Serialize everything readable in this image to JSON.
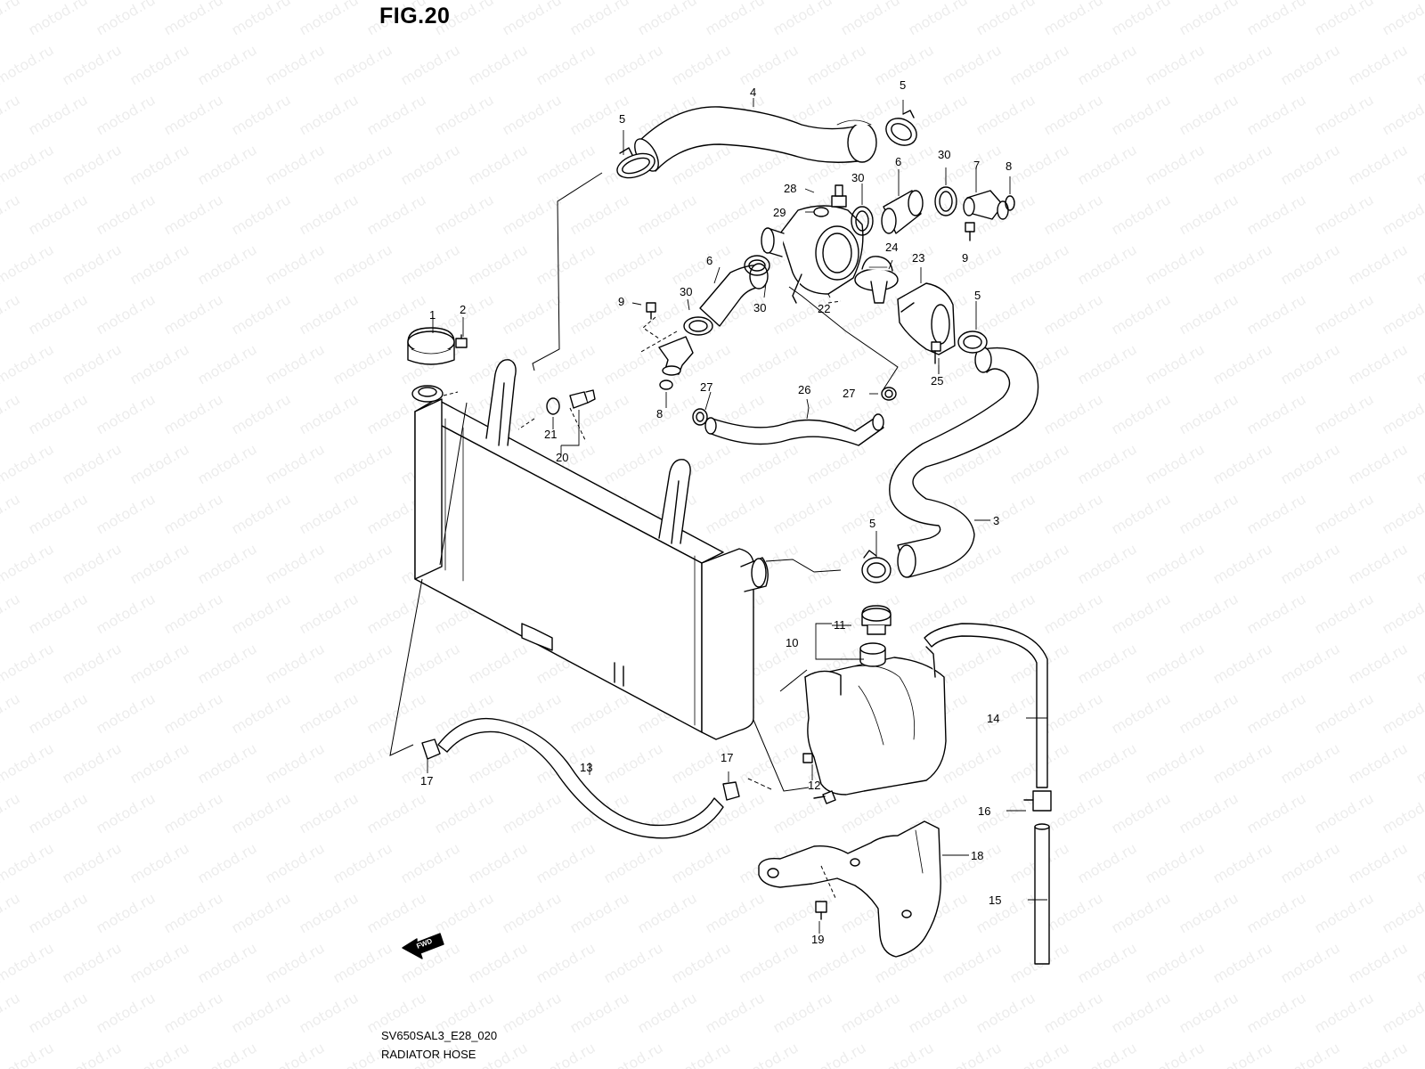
{
  "figure": {
    "title": "FIG.20",
    "model_code": "SV650SAL3_E28_020",
    "caption": "RADIATOR HOSE",
    "watermark": "motod.ru",
    "fwd_label": "FWD"
  },
  "callouts": {
    "p1": "1",
    "p2": "2",
    "p3": "3",
    "p4": "4",
    "p5a": "5",
    "p5b": "5",
    "p5c": "5",
    "p5d": "5",
    "p6a": "6",
    "p6b": "6",
    "p7": "7",
    "p8a": "8",
    "p8b": "8",
    "p9a": "9",
    "p9b": "9",
    "p10": "10",
    "p11": "11",
    "p12": "12",
    "p13": "13",
    "p14": "14",
    "p15": "15",
    "p16": "16",
    "p17a": "17",
    "p17b": "17",
    "p18": "18",
    "p19": "19",
    "p20": "20",
    "p21": "21",
    "p22": "22",
    "p23": "23",
    "p24": "24",
    "p25": "25",
    "p26": "26",
    "p27a": "27",
    "p27b": "27",
    "p28": "28",
    "p29": "29",
    "p30a": "30",
    "p30b": "30",
    "p30c": "30",
    "p30d": "30"
  },
  "colors": {
    "ink": "#000000",
    "paper": "#ffffff"
  }
}
